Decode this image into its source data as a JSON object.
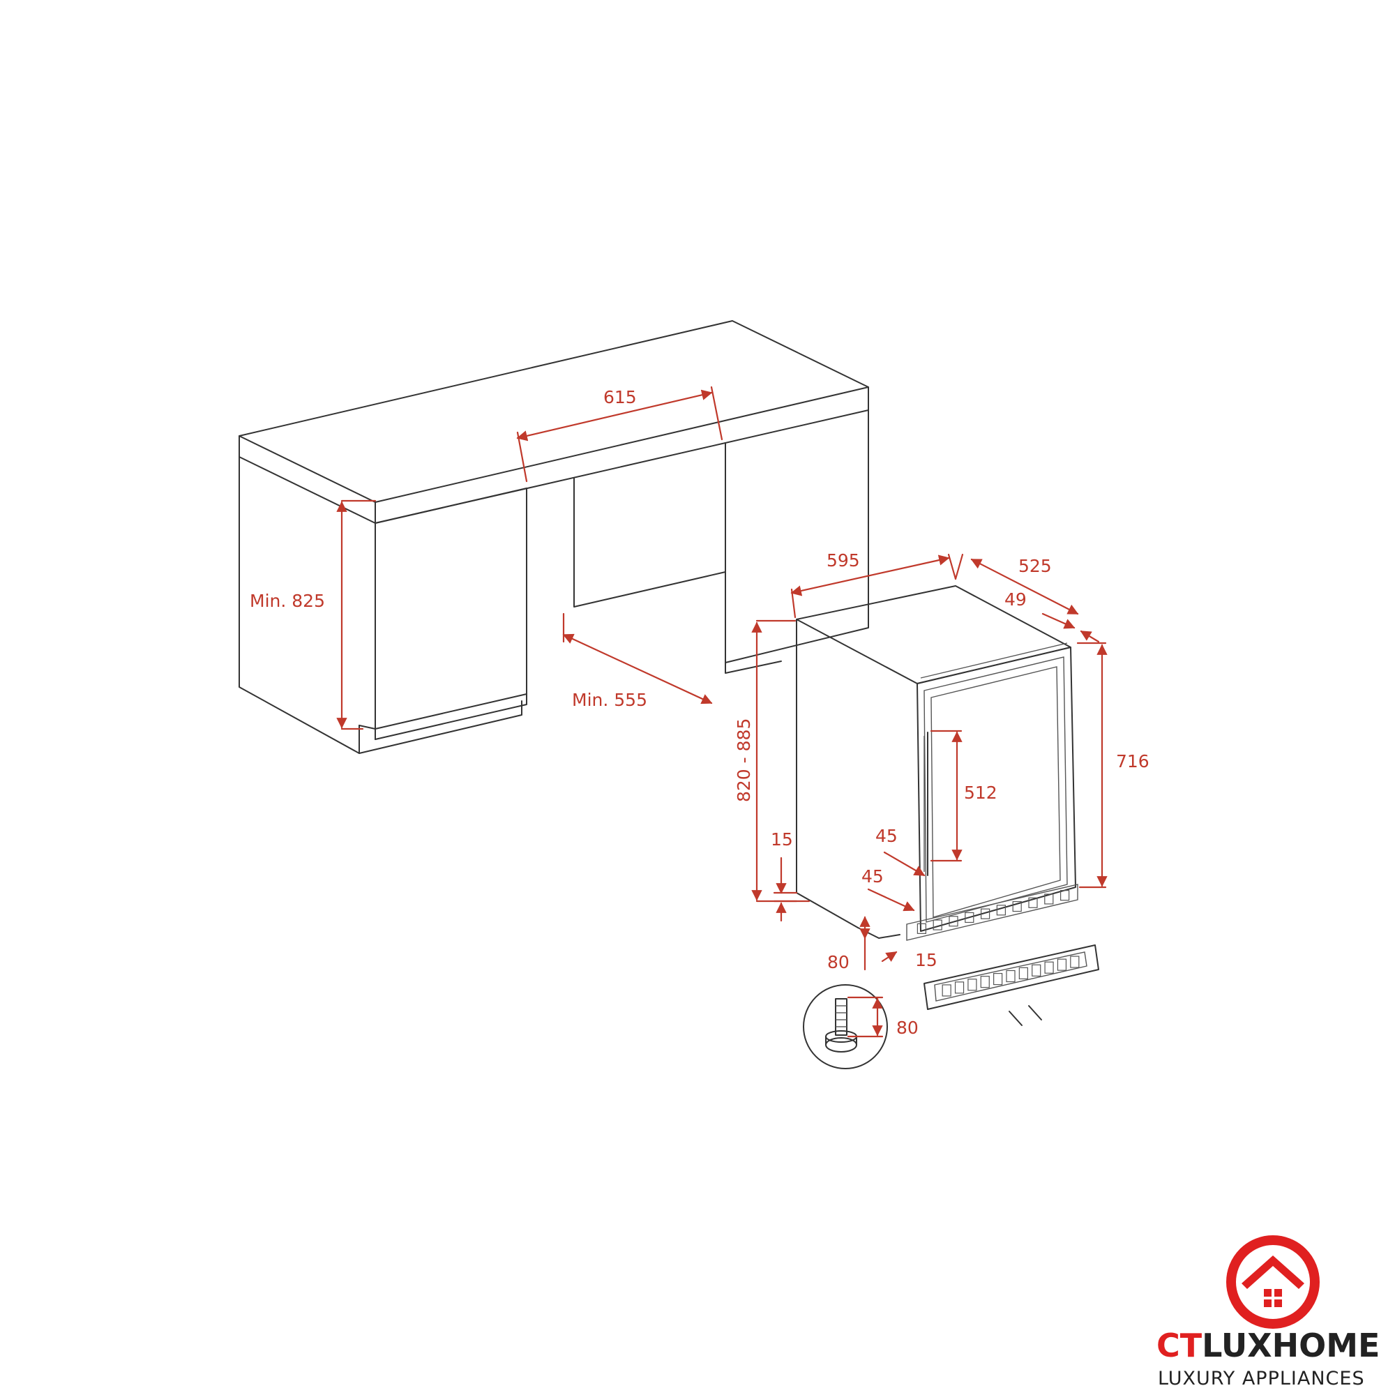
{
  "colors": {
    "dimension": "#c0392b",
    "outline": "#333333",
    "brand_red": "#e02020",
    "brand_dark": "#222222"
  },
  "dimensions": {
    "niche_width": "615",
    "min_height": "Min. 825",
    "min_depth": "Min. 555",
    "appliance_width": "595",
    "appliance_depth": "525",
    "door_depth": "49",
    "total_height": "820 - 885",
    "body_height": "716",
    "handle_length": "512",
    "handle_offset_top": "45",
    "handle_offset_bottom": "45",
    "foot_gap": "15",
    "plinth_height": "80",
    "plinth_gap": "15",
    "foot_adjust": "80"
  },
  "logo": {
    "name_part1": "CT",
    "name_part2": "LUXHOME",
    "tagline": "LUXURY APPLIANCES"
  }
}
